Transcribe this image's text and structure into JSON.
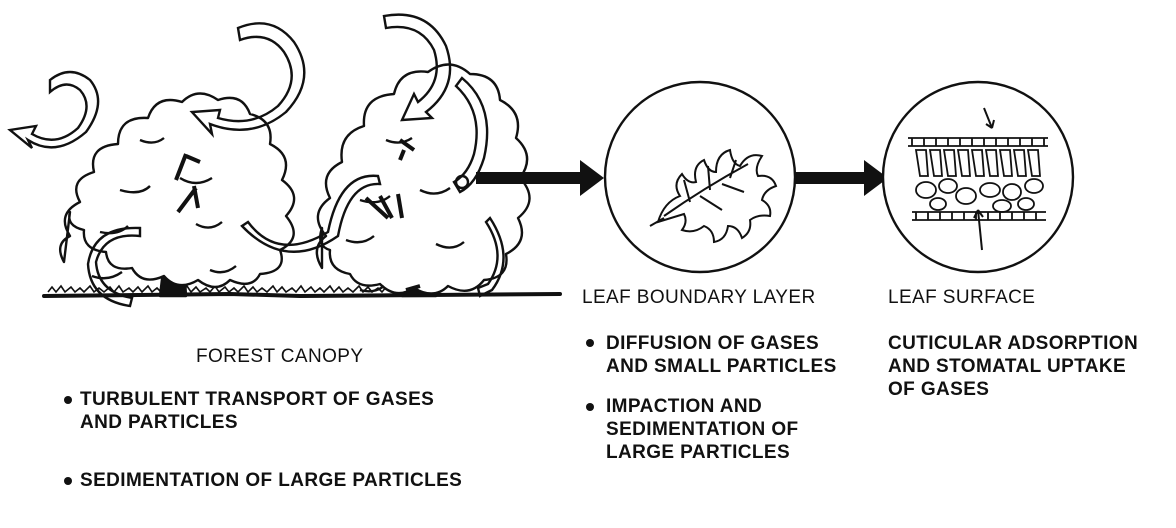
{
  "forest": {
    "heading": "FOREST CANOPY",
    "bullets": [
      [
        "TURBULENT TRANSPORT OF GASES",
        "AND PARTICLES"
      ],
      [
        "SEDIMENTATION OF LARGE PARTICLES"
      ]
    ]
  },
  "boundary": {
    "heading": "LEAF BOUNDARY LAYER",
    "bullets": [
      [
        "DIFFUSION OF GASES",
        "AND SMALL PARTICLES"
      ],
      [
        "IMPACTION AND",
        "SEDIMENTATION OF",
        "LARGE PARTICLES"
      ]
    ]
  },
  "surface": {
    "heading": "LEAF SURFACE",
    "text": [
      "CUTICULAR ADSORPTION",
      "AND STOMATAL UPTAKE",
      "OF GASES"
    ]
  },
  "colors": {
    "ink": "#111111",
    "paper": "#ffffff"
  },
  "icons": [
    "tree-canopy-illustration",
    "air-swirl-arrows",
    "oak-leaf-icon",
    "leaf-cross-section-icon",
    "flow-arrow"
  ]
}
